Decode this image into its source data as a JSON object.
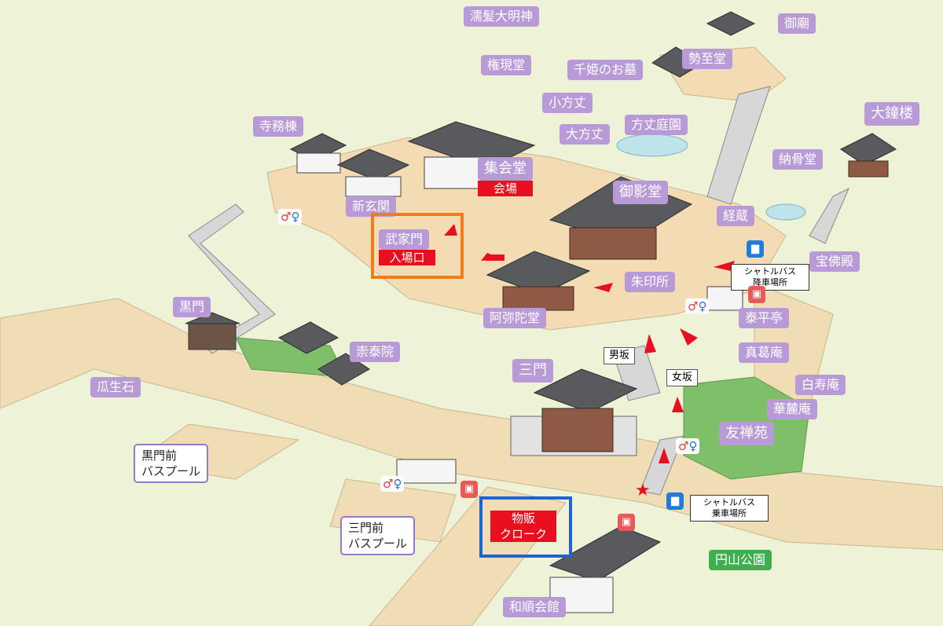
{
  "map": {
    "labels": {
      "nure": "濡髪大明神",
      "gobyo": "御廟",
      "gongendo": "権現堂",
      "senhime": "千姫のお墓",
      "seishido": "勢至堂",
      "kohojo": "小方丈",
      "daihojo": "大方丈",
      "hojoteien": "方丈庭園",
      "daishoro": "大鐘楼",
      "jimuto": "寺務棟",
      "shukaido": "集会堂",
      "nokotsudo": "納骨堂",
      "shingenkan": "新玄関",
      "mieido": "御影堂",
      "kyozo": "経蔵",
      "bukemon": "武家門",
      "hobutsuden": "宝佛殿",
      "shuinjo": "朱印所",
      "kuromon": "黒門",
      "amidado": "阿弥陀堂",
      "taiheitei": "泰平亭",
      "sutaiin": "崇泰院",
      "shinkuzuan": "真葛庵",
      "sanmon": "三門",
      "hakujuan": "白寿庵",
      "urigoishi": "瓜生石",
      "karoan": "華麓庵",
      "yuzenen": "友禅苑",
      "wajunkaikan": "和順会館",
      "maruyama": "円山公園"
    },
    "red_labels": {
      "kaijo": "会場",
      "nyujoguchi": "入場口",
      "buppan": "物販",
      "cloak": "クローク"
    },
    "bus_pools": {
      "kuromon_line1": "黒門前",
      "kuromon_line2": "バスプール",
      "sanmon_line1": "三門前",
      "sanmon_line2": "バスプール"
    },
    "slopes": {
      "otokozaka": "男坂",
      "onnazaka": "女坂"
    },
    "shuttles": {
      "drop_line1": "シャトルバス",
      "drop_line2": "降車場所",
      "pick_line1": "シャトルバス",
      "pick_line2": "乗車場所"
    },
    "icons": [
      "toilet-icon",
      "bus-icon",
      "shop-icon",
      "star-icon",
      "arrow-icon"
    ],
    "colors": {
      "label_bg": "#b89ad6",
      "entrance_red": "#e8101e",
      "highlight_orange": "#f07d1a",
      "highlight_blue": "#1b64d6",
      "park_green": "#3fae4f",
      "ground": "#f3dcb4",
      "grass": "#eef3d8"
    }
  }
}
